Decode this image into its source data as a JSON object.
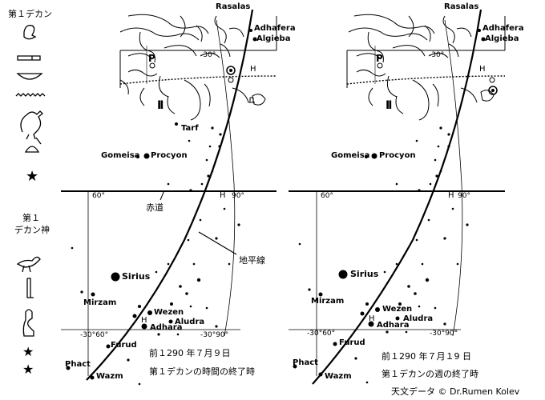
{
  "left_column": {
    "decan_title": "第１デカン",
    "deity_title_line1": "第１",
    "deity_title_line2": "デカン神",
    "star_symbol": "★"
  },
  "left_chart": {
    "rasalas": "Rasalas",
    "adhafera": "Adhafera",
    "algieba": "Algieba",
    "p_mark": "P",
    "gemini_glyph": "II",
    "tarf": "Tarf",
    "gomeisa": "Gomeisa",
    "procyon": "Procyon",
    "minus300": "-30°",
    "h_top": "H",
    "pos60": "60°",
    "pos90": "90°",
    "h_mid": "H",
    "equator_label": "赤道",
    "horizon_label": "地平線",
    "sirius": "Sirius",
    "mirzam": "Mirzam",
    "wezen": "Wezen",
    "aludra": "Aludra",
    "h_low": "H",
    "adhara": "Adhara",
    "minus30_60": "-30°60°",
    "minus30_90": "-30°90°",
    "furud": "Furud",
    "phact": "Phact",
    "wazm": "Wazm",
    "date": "前１290 年７月９日",
    "caption": "第１デカンの時間の終了時"
  },
  "right_chart": {
    "rasalas": "Rasalas",
    "adhafera": "Adhafera",
    "algieba": "Algieba",
    "p_mark": "P",
    "gemini_glyph": "II",
    "gomeisa": "Gomeisa",
    "procyon": "Procyon",
    "minus300": "-30°",
    "h_top": "H",
    "pos60": "60°",
    "pos90": "90°",
    "h_mid": "H",
    "sirius": "Sirius",
    "mirzam": "Mirzam",
    "wezen": "Wezen",
    "aludra": "Aludra",
    "h_low": "H",
    "adhara": "Adhara",
    "minus30_60": "-30°60°",
    "minus30_90": "-30°90°",
    "furud": "Furud",
    "phact": "Phact",
    "wazm": "Wazm",
    "date": "前１290 年７月１9 日",
    "caption": "第１デカンの週の終了時"
  },
  "footer": {
    "credit": "天文データ © Dr.Rumen Kolev"
  }
}
